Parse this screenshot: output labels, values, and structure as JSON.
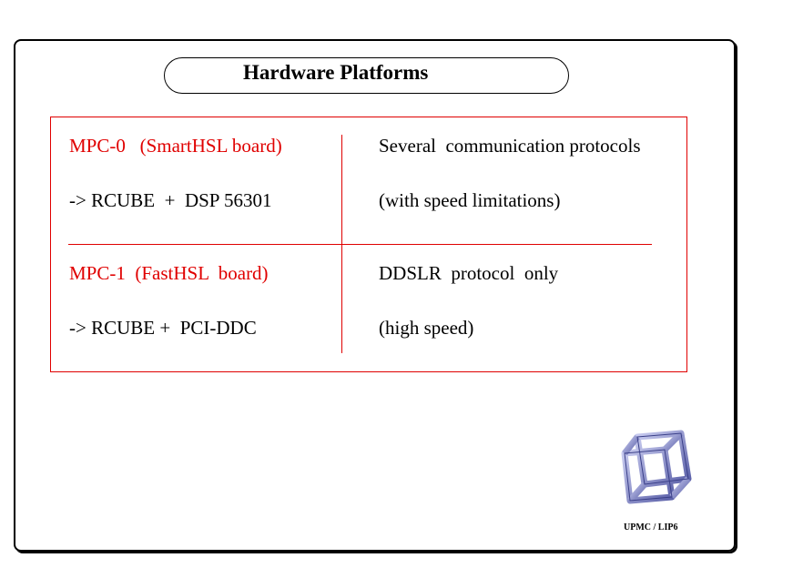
{
  "slide": {
    "title": "Hardware Platforms",
    "rows": [
      {
        "platform": "MPC-0   (SmartHSL board)",
        "composition": "-> RCUBE  +  DSP 56301",
        "protocol": "Several  communication protocols",
        "note": "(with speed limitations)"
      },
      {
        "platform": "MPC-1  (FastHSL  board)",
        "composition": "-> RCUBE +  PCI-DDC",
        "protocol": "DDSLR  protocol  only",
        "note": "(high speed)"
      }
    ],
    "footer": "UPMC / LIP6",
    "logo_icon": "hypercube-logo-icon"
  },
  "colors": {
    "accent": "#e00000",
    "text": "#000000",
    "logo": "#8a8fd0"
  }
}
